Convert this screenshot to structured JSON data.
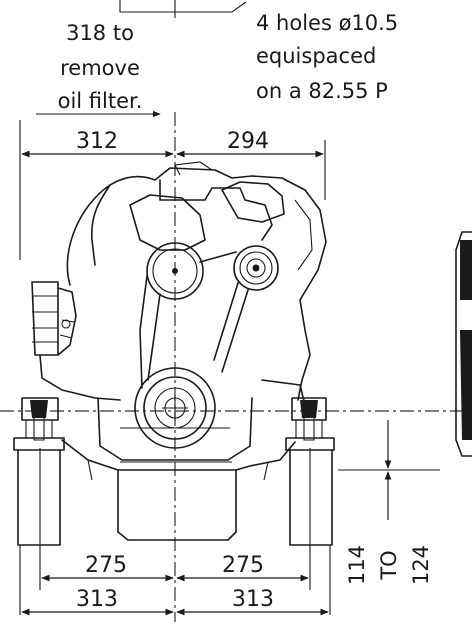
{
  "notes": {
    "oil_filter": [
      "318 to",
      "remove",
      "oil filter."
    ],
    "holes": [
      "4 holes ø10.5",
      "equispaced",
      "on a 82.55 P"
    ]
  },
  "dimensions": {
    "top_left": "312",
    "top_right": "294",
    "inner_left": "275",
    "inner_right": "275",
    "outer_left": "313",
    "outer_right": "313",
    "height_min": "114",
    "height_to": "TO",
    "height_max": "124"
  }
}
